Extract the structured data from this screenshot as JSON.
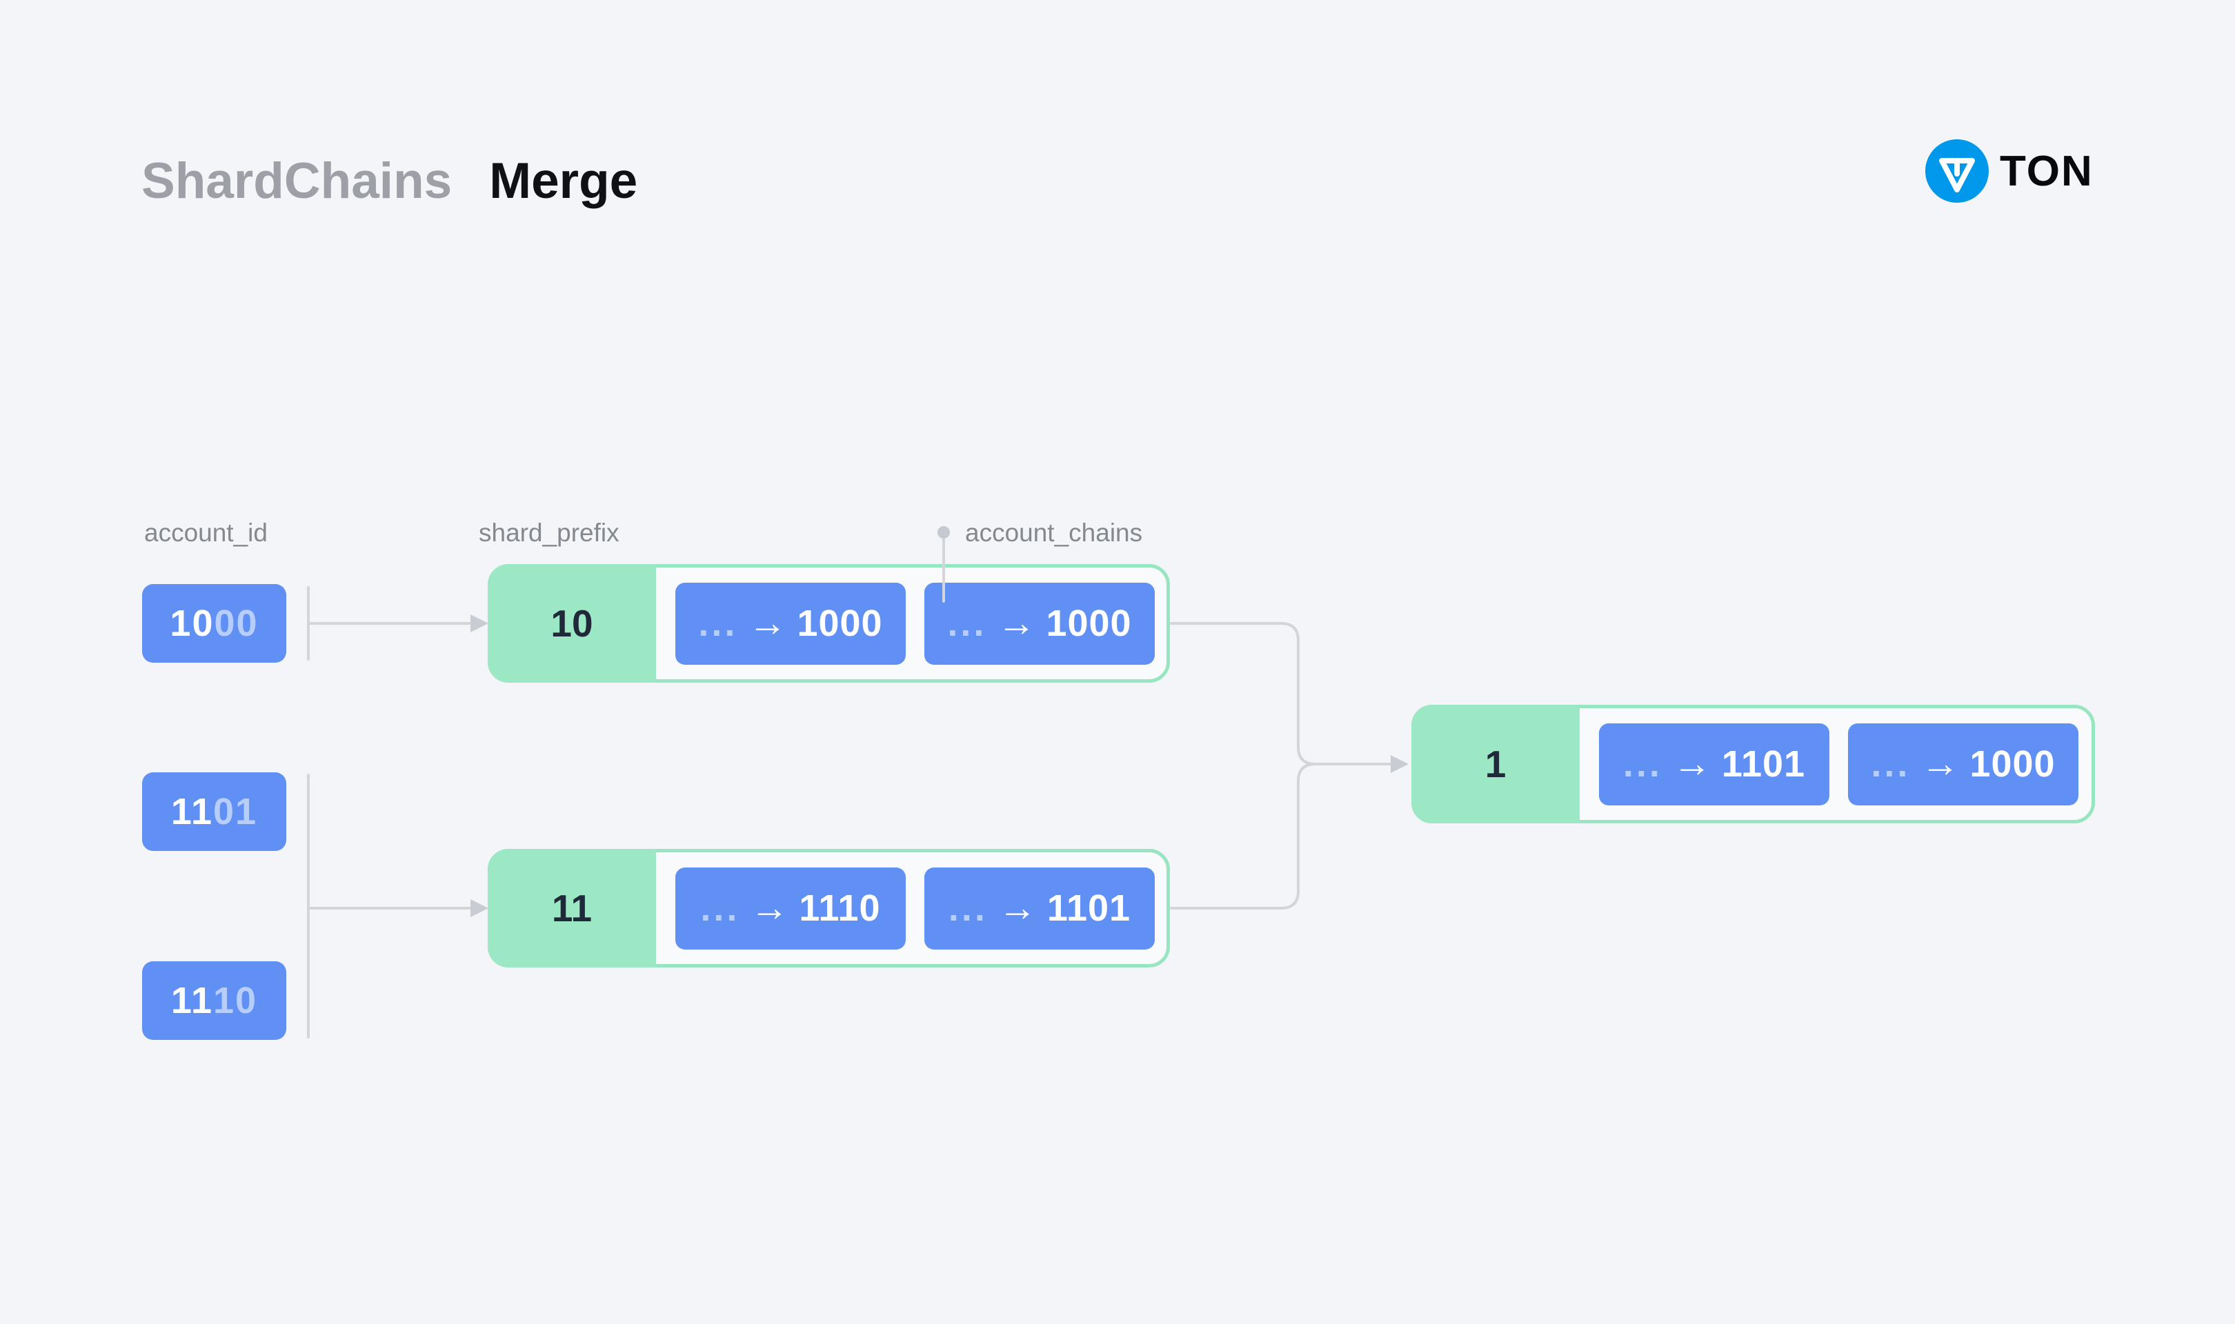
{
  "header": {
    "title_part1": "ShardChains",
    "title_part2": "Merge",
    "brand": {
      "name": "TON",
      "icon": "ton-diamond-icon",
      "color": "#0098ea"
    }
  },
  "column_labels": {
    "account_id": "account_id",
    "shard_prefix": "shard_prefix",
    "account_chains": "account_chains"
  },
  "account_ids": [
    {
      "prefix": "10",
      "rest": "00"
    },
    {
      "prefix": "11",
      "rest": "01"
    },
    {
      "prefix": "11",
      "rest": "10"
    }
  ],
  "shard_chains": [
    {
      "shard_prefix": "10",
      "account_chains": [
        {
          "ellipsis": "...",
          "arrow": "→",
          "suffix": "1000"
        },
        {
          "ellipsis": "...",
          "arrow": "→",
          "suffix": "1000"
        }
      ]
    },
    {
      "shard_prefix": "11",
      "account_chains": [
        {
          "ellipsis": "...",
          "arrow": "→",
          "suffix": "1110"
        },
        {
          "ellipsis": "...",
          "arrow": "→",
          "suffix": "1101"
        }
      ]
    }
  ],
  "merged_shard": {
    "shard_prefix": "1",
    "account_chains": [
      {
        "ellipsis": "...",
        "arrow": "→",
        "suffix": "1101"
      },
      {
        "ellipsis": "...",
        "arrow": "→",
        "suffix": "1000"
      }
    ]
  },
  "colors": {
    "page_bg": "#f4f5f8",
    "blue": "#6090f3",
    "green_fill": "#9de8c4",
    "green_border": "#98e6c1",
    "panel_bg": "#f9fafc",
    "line_gray": "#d3d5d9",
    "arrow_gray": "#c9cdd3",
    "label_gray": "#84888f",
    "prefix_dark": "#20293a",
    "title_muted": "#9da0a6",
    "title_dark": "#0f1115",
    "ton_blue": "#0098ea"
  }
}
